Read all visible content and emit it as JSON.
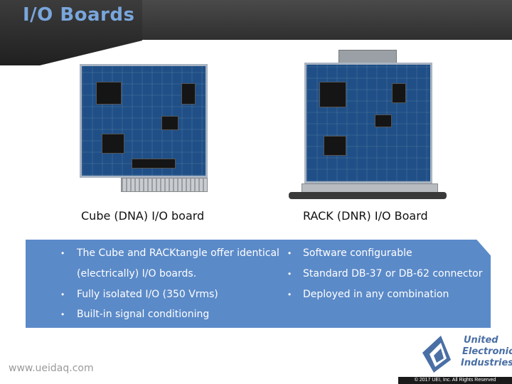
{
  "slide": {
    "title": "I/O Boards",
    "website": "www.ueidaq.com",
    "copyright": "© 2017 UEI, Inc. All Rights Reserved"
  },
  "products": [
    {
      "caption": "Cube (DNA) I/O board"
    },
    {
      "caption": "RACK (DNR) I/O Board"
    }
  ],
  "features": {
    "left": [
      "The Cube and RACKtangle offer identical",
      "(electrically) I/O boards.",
      "Fully isolated I/O (350 Vrms)",
      "Built-in signal conditioning"
    ],
    "right": [
      "Software configurable",
      "Standard DB-37 or DB-62 connector",
      "Deployed in any combination"
    ],
    "bullet": "•"
  },
  "logo": {
    "lines": [
      "United",
      "Electronic",
      "Industries"
    ],
    "color": "#4a6fa5"
  }
}
